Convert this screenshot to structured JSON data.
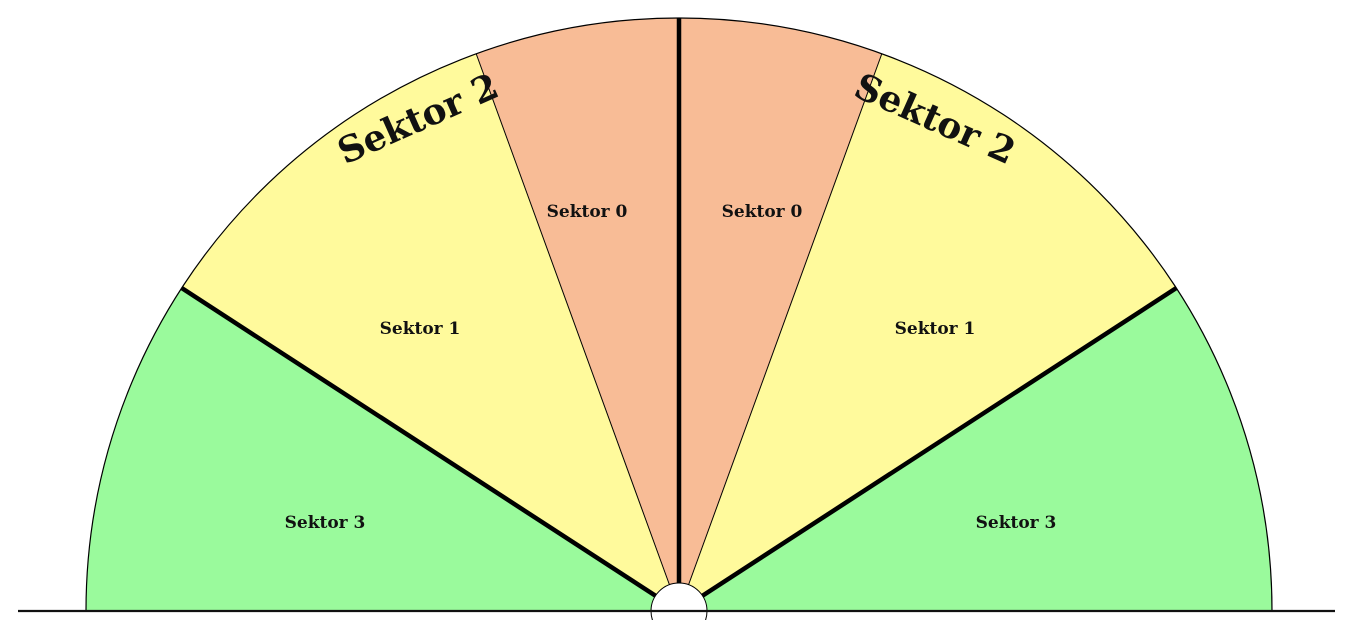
{
  "diagram": {
    "colors": {
      "sector_0": "#f8bc96",
      "sector_1": "#fffa9c",
      "sector_3": "#9afa9c",
      "lines": "#000000",
      "background": "#ffffff"
    },
    "labels": {
      "left_sector_0": "Sektor 0",
      "right_sector_0": "Sektor 0",
      "left_sector_1": "Sektor 1",
      "right_sector_1": "Sektor 1",
      "left_sector_2": "Sektor 2",
      "right_sector_2": "Sektor 2",
      "left_sector_3": "Sektor 3",
      "right_sector_3": "Sektor 3"
    }
  }
}
